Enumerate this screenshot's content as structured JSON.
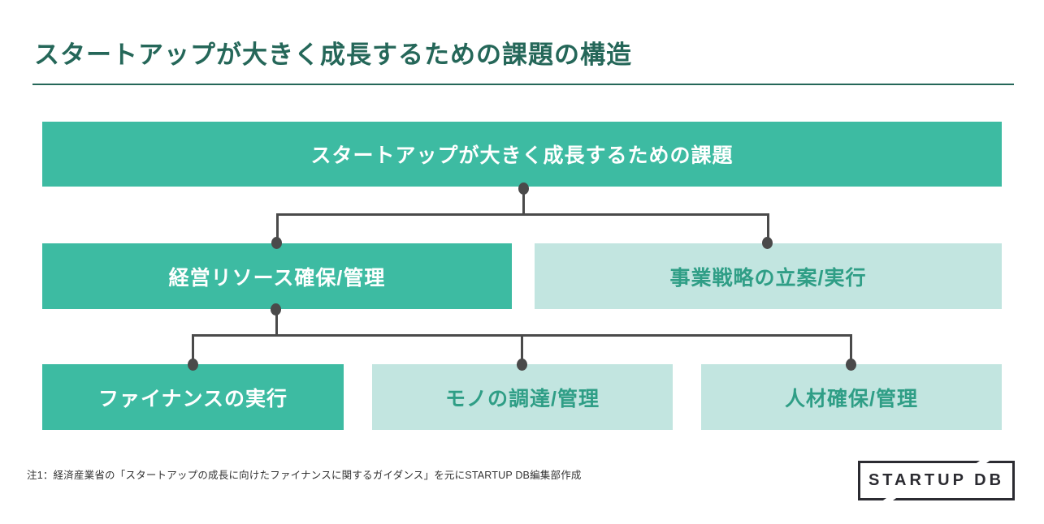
{
  "page": {
    "title": "スタートアップが大きく成長するための課題の構造",
    "footnote": "注1：経済産業省の「スタートアップの成長に向けたファイナンスに関するガイダンス」を元にSTARTUP DB編集部作成",
    "logo_text": "STARTUP DB"
  },
  "colors": {
    "title_green": "#256759",
    "node_teal": "#3dbba2",
    "node_mint": "#c2e5e0",
    "mint_text_green": "#2f9e86",
    "connector_gray": "#4a4a4a",
    "logo_dark": "#2b2b31"
  },
  "diagram": {
    "type": "tree",
    "root": {
      "label": "スタートアップが大きく成長するための課題",
      "style": "solid-teal"
    },
    "level2": [
      {
        "label": "経営リソース確保/管理",
        "style": "solid-teal",
        "parent": "root"
      },
      {
        "label": "事業戦略の立案/実行",
        "style": "light-mint",
        "parent": "root"
      }
    ],
    "level3": [
      {
        "label": "ファイナンスの実行",
        "style": "solid-teal",
        "parent": "経営リソース確保/管理"
      },
      {
        "label": "モノの調達/管理",
        "style": "light-mint",
        "parent": "経営リソース確保/管理"
      },
      {
        "label": "人材確保/管理",
        "style": "light-mint",
        "parent": "経営リソース確保/管理"
      }
    ]
  }
}
